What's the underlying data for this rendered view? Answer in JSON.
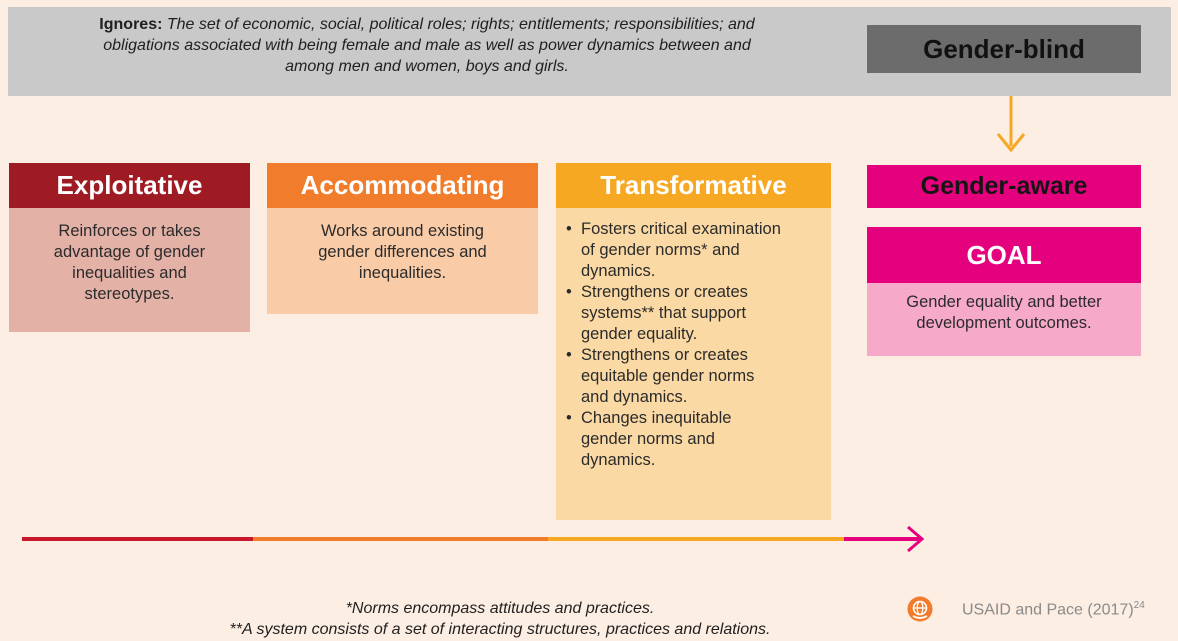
{
  "banner": {
    "ignores_label": "Ignores:",
    "ignores_line1": "The set of economic, social, political roles;  rights; entitlements; responsibilities; and",
    "ignores_line2": "obligations associated with being female and male as well as power dynamics between and",
    "ignores_line3": "among men and women, boys and girls.",
    "gender_blind": "Gender-blind"
  },
  "stages": {
    "exploitative": {
      "title": "Exploitative",
      "lines": [
        "Reinforces or takes",
        "advantage of gender",
        "inequalities and",
        "stereotypes."
      ]
    },
    "accommodating": {
      "title": "Accommodating",
      "lines": [
        "Works around existing",
        "gender differences and",
        "inequalities."
      ]
    },
    "transformative": {
      "title": "Transformative",
      "bullets": [
        [
          "Fosters critical examination",
          "of gender norms* and",
          "dynamics."
        ],
        [
          "Strengthens or creates",
          "systems** that support",
          "gender equality."
        ],
        [
          "Strengthens or creates",
          "equitable gender norms",
          "and dynamics."
        ],
        [
          "Changes inequitable",
          "gender norms and",
          "dynamics."
        ]
      ]
    },
    "gender_aware": {
      "title": "Gender-aware"
    },
    "goal": {
      "title": "GOAL",
      "lines": [
        "Gender equality and better",
        "development outcomes."
      ]
    }
  },
  "footnotes": {
    "line1": "*Norms encompass attitudes and practices.",
    "line2": "**A system consists of a set of interacting structures, practices and relations."
  },
  "source": {
    "text": "USAID and Pace (2017)",
    "sup": "24",
    "icon": "globe-hand-icon"
  },
  "colors": {
    "background": "#fdeee4",
    "banner": "#c9c9c9",
    "gender_blind": "#6c6c6c",
    "exploitative": "#9e1b24",
    "accommodating": "#f17c2c",
    "transformative": "#f7a823",
    "gender_aware": "#e5007d"
  }
}
